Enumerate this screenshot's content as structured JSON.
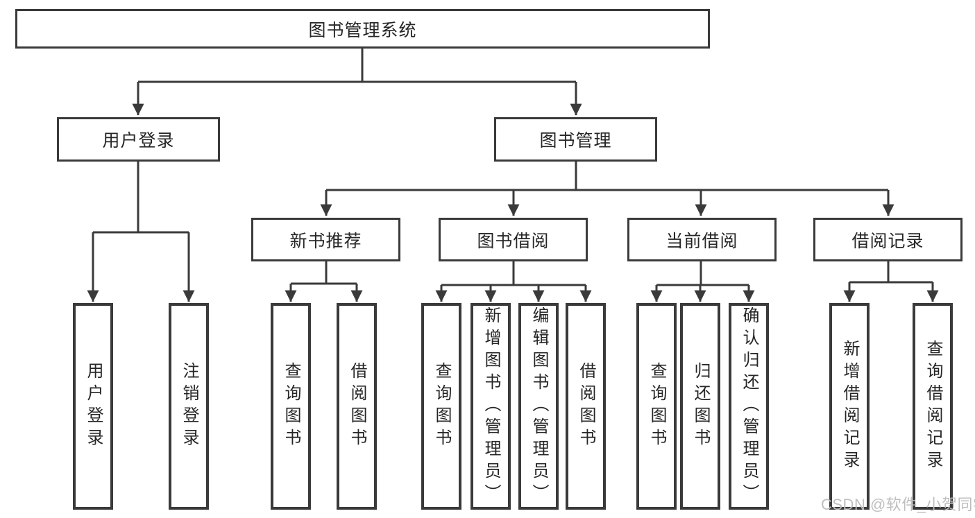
{
  "tree": {
    "label": "图书管理系统",
    "children": [
      {
        "label": "用户登录",
        "children": [
          {
            "label": "用户登录"
          },
          {
            "label": "注销登录"
          }
        ]
      },
      {
        "label": "图书管理",
        "children": [
          {
            "label": "新书推荐",
            "children": [
              {
                "label": "查询图书"
              },
              {
                "label": "借阅图书"
              }
            ]
          },
          {
            "label": "图书借阅",
            "children": [
              {
                "label": "查询图书"
              },
              {
                "label": "新增图书（管理员）"
              },
              {
                "label": "编辑图书（管理员）"
              },
              {
                "label": "借阅图书"
              }
            ]
          },
          {
            "label": "当前借阅",
            "children": [
              {
                "label": "查询图书"
              },
              {
                "label": "归还图书"
              },
              {
                "label": "确认归还（管理员）"
              }
            ]
          },
          {
            "label": "借阅记录",
            "children": [
              {
                "label": "新增借阅记录"
              },
              {
                "label": "查询借阅记录"
              }
            ]
          }
        ]
      }
    ]
  },
  "watermark": {
    "text": "CSDN @软件_小贺同学"
  },
  "colors": {
    "line": "#3a3a3a",
    "text": "#262626",
    "watermark": "#bcbcbc",
    "box_bg": "#ffffff",
    "page_bg": "#ffffff"
  }
}
